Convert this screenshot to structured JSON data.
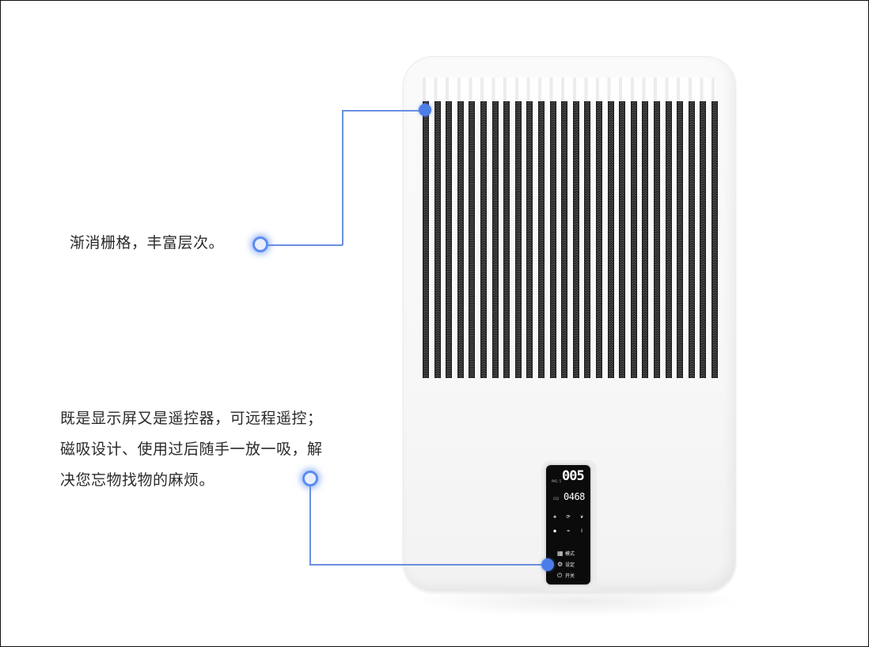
{
  "captions": {
    "grille": "渐消栅格，丰富层次。",
    "remote_lines": [
      "既是显示屏又是遥控器，可远程遥控；",
      "磁吸设计、使用过后随手一放一吸，解",
      "决您忘物找物的麻烦。"
    ]
  },
  "remote_display": {
    "pm_label": "PM2.5",
    "pm_value": "005",
    "co2_label": "CO2",
    "co2_value": "0468",
    "icon_row_1": [
      "fan-icon",
      "sync-icon",
      "leaf-icon"
    ],
    "icon_row_2": [
      "drop-icon",
      "wifi-icon",
      "thermometer-icon"
    ],
    "buttons": [
      {
        "icon": "grid-icon",
        "label": "模式"
      },
      {
        "icon": "gear-icon",
        "label": "设定"
      },
      {
        "icon": "power-icon",
        "label": "开关"
      }
    ]
  },
  "colors": {
    "accent": "#4d7de9",
    "leader_line": "#6a8fe0",
    "grille": "#2c2c2c",
    "device_body": "#f7f7f7",
    "remote_body": "#0b0b0b"
  },
  "grille_slat_count": 26
}
